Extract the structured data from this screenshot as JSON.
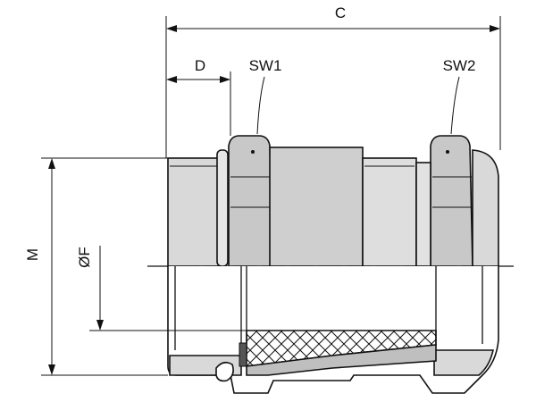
{
  "labels": {
    "c": "C",
    "d": "D",
    "sw1": "SW1",
    "sw2": "SW2",
    "m": "M",
    "f": "ØF"
  },
  "colors": {
    "body_fill": "#d9d9d9",
    "nut_fill": "#c8c8c8",
    "section_fill": "#ffffff",
    "line": "#111111"
  }
}
